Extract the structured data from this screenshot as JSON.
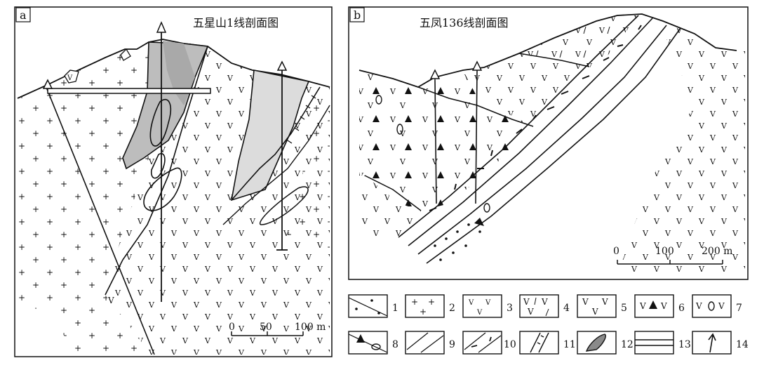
{
  "panel_a": {
    "tag": "a",
    "title": "五星山1线剖面图",
    "scale": {
      "labels": [
        "0",
        "50",
        "100 m"
      ]
    },
    "ore_vein_v_label": "V"
  },
  "panel_b": {
    "tag": "b",
    "title": "五凤136线剖面图",
    "scale": {
      "labels": [
        "0",
        "100",
        "200 m"
      ]
    }
  },
  "legend": {
    "items": [
      {
        "num": "1",
        "pattern": "dots-diagonal"
      },
      {
        "num": "2",
        "pattern": "plus"
      },
      {
        "num": "3",
        "pattern": "v-small"
      },
      {
        "num": "4",
        "pattern": "v-slash"
      },
      {
        "num": "5",
        "pattern": "v-large"
      },
      {
        "num": "6",
        "pattern": "v-triangle"
      },
      {
        "num": "7",
        "pattern": "v-ellipse"
      },
      {
        "num": "8",
        "pattern": "triangle-ellipse-diagonal"
      },
      {
        "num": "9",
        "pattern": "diagonal-lines"
      },
      {
        "num": "10",
        "pattern": "diagonal-dash"
      },
      {
        "num": "11",
        "pattern": "fault-ticks"
      },
      {
        "num": "12",
        "pattern": "gray-orebody"
      },
      {
        "num": "13",
        "pattern": "tunnel"
      },
      {
        "num": "14",
        "pattern": "drillhole"
      }
    ]
  },
  "colors": {
    "line": "#111111",
    "ore_dark": "#bdbdbd",
    "ore_light": "#dcdcdc"
  }
}
